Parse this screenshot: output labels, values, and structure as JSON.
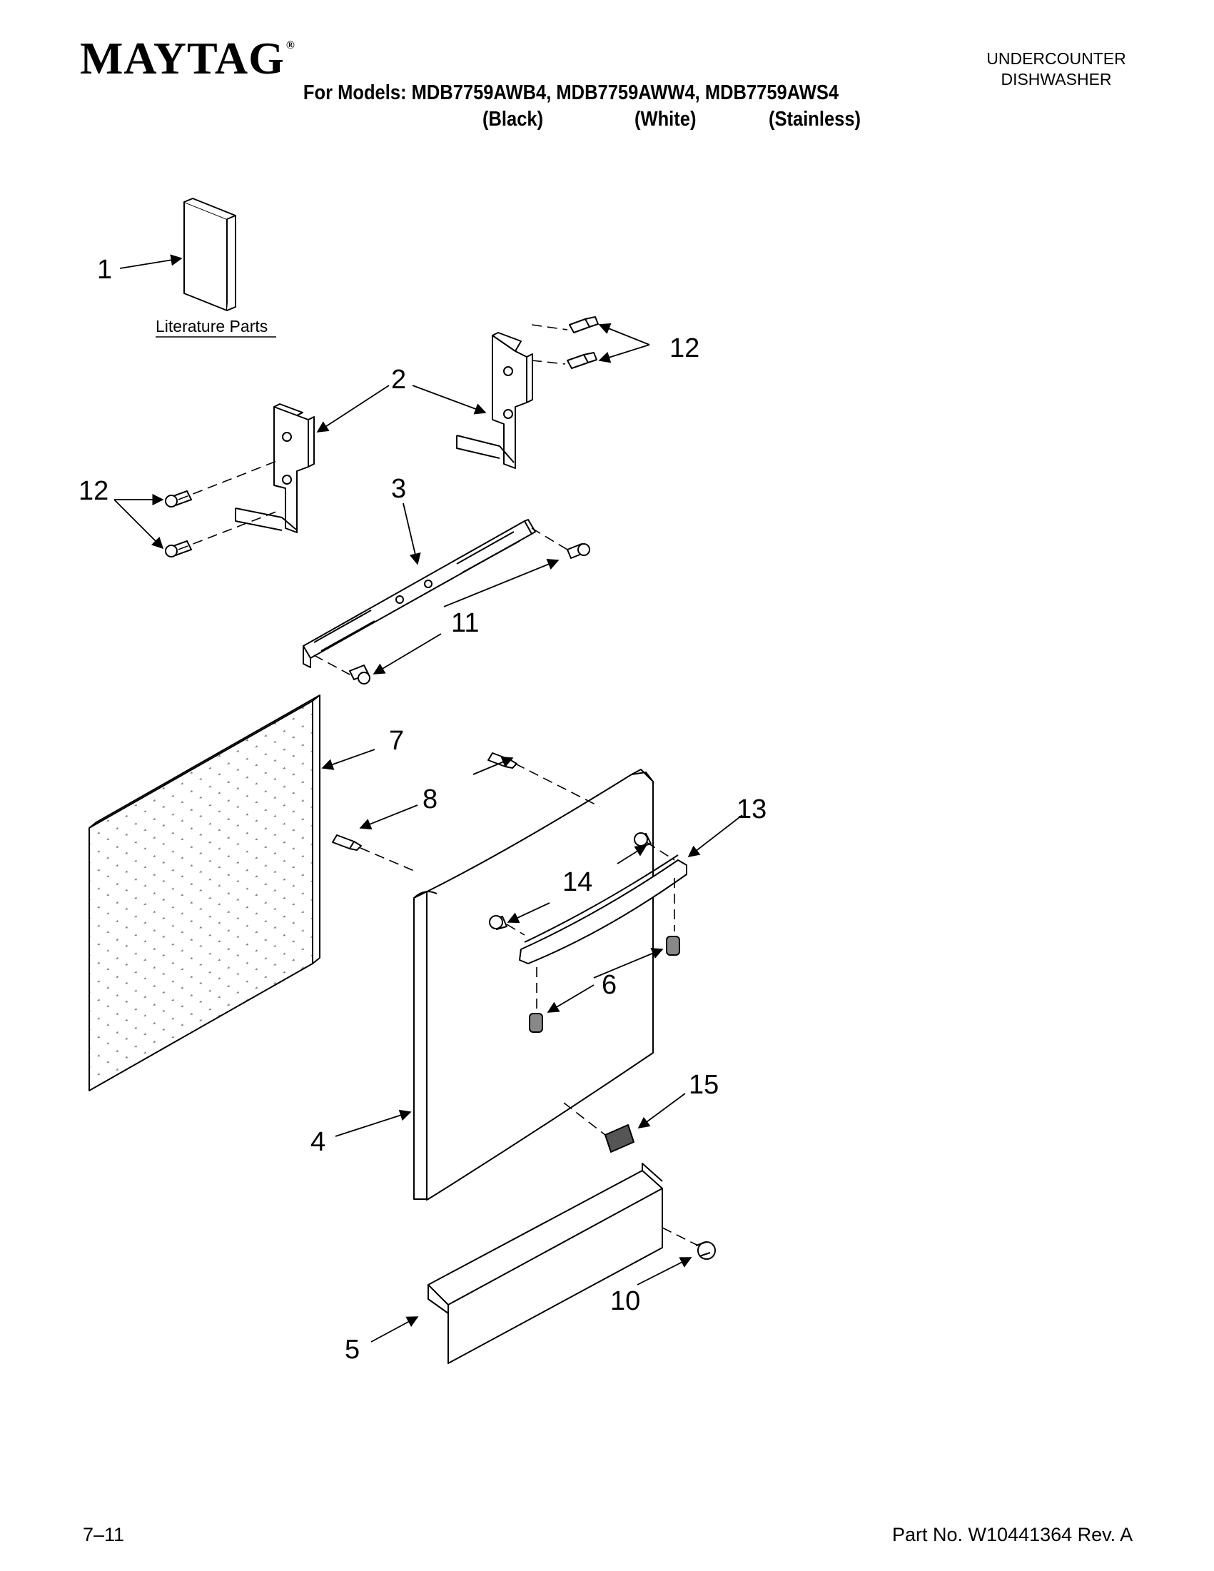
{
  "header": {
    "brand": "MAYTAG",
    "brand_mark": "®",
    "doc_type_line1": "UNDERCOUNTER",
    "doc_type_line2": "DISHWASHER",
    "models_line": "For Models: MDB7759AWB4, MDB7759AWW4, MDB7759AWS4",
    "variants": [
      "(Black)",
      "(White)",
      "(Stainless)"
    ]
  },
  "diagram": {
    "literature_label": "Literature Parts",
    "callouts": {
      "c1": "1",
      "c2": "2",
      "c3": "3",
      "c4": "4",
      "c5": "5",
      "c6": "6",
      "c7": "7",
      "c8": "8",
      "c10": "10",
      "c11": "11",
      "c12a": "12",
      "c12b": "12",
      "c13": "13",
      "c14": "14",
      "c15": "15"
    }
  },
  "footer": {
    "date": "7–11",
    "part_no": "Part No. W10441364 Rev. A"
  }
}
